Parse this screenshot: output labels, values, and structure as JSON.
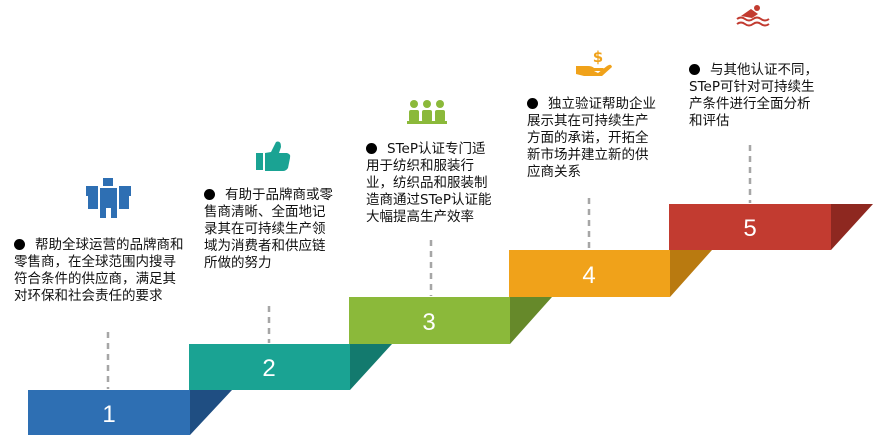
{
  "colors": {
    "step1": "#2E6FB3",
    "step2": "#1AA393",
    "step3": "#8BB93A",
    "step4": "#F0A21A",
    "step5": "#C23B30",
    "connector": "#A6A6A6"
  },
  "steps": [
    {
      "number": "1",
      "text": "帮助全球运营的品牌商和零售商，在全球范围内搜寻符合条件的供应商，满足其对环保和社会责任的要求",
      "icon": "delivery-boxes-icon"
    },
    {
      "number": "2",
      "text": "有助于品牌商或零售商清晰、全面地记录其在可持续生产领域为消费者和供应链所做的努力",
      "icon": "thumbs-up-icon"
    },
    {
      "number": "3",
      "text": "STeP认证专门适用于纺织和服装行业，纺织品和服装制造商通过STeP认证能大幅提高生产效率",
      "icon": "people-group-icon"
    },
    {
      "number": "4",
      "text": "独立验证帮助企业展示其在可持续生产方面的承诺，开拓全新市场并建立新的供应商关系",
      "icon": "money-hand-icon"
    },
    {
      "number": "5",
      "text": "与其他认证不同，STeP可针对可持续生产条件进行全面分析和评估",
      "icon": "swimmer-icon"
    }
  ]
}
